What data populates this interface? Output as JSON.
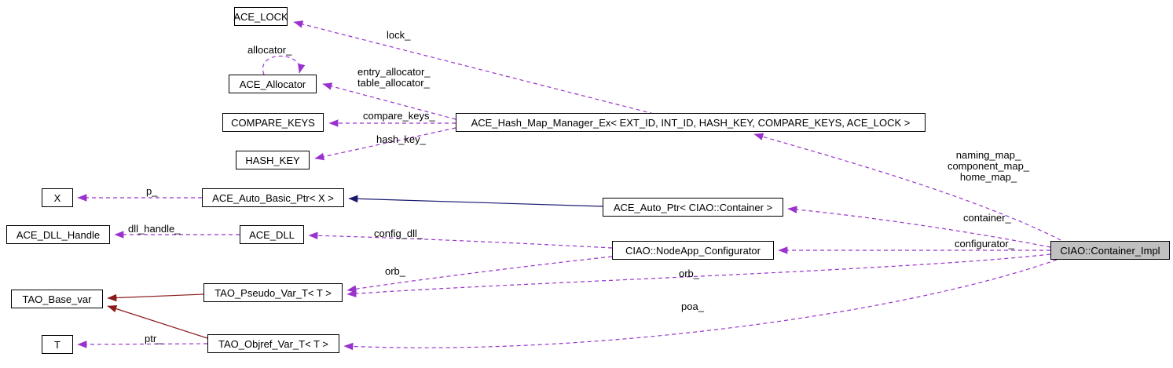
{
  "diagram": {
    "type": "doxygen-collaboration-graph",
    "highlighted_node": "CIAO::Container_Impl"
  },
  "colors": {
    "usage_edge": "#9a32cd",
    "inheritance_blue": "#191970",
    "inheritance_red": "#8b1a1a",
    "node_background": "#ffffff",
    "node_border": "#000000",
    "highlight_background": "#c0c0c0"
  },
  "nodes": {
    "ace_lock": {
      "label": "ACE_LOCK"
    },
    "ace_allocator": {
      "label": "ACE_Allocator"
    },
    "compare_keys": {
      "label": "COMPARE_KEYS"
    },
    "hash_key": {
      "label": "HASH_KEY"
    },
    "hash_map": {
      "label": "ACE_Hash_Map_Manager_Ex< EXT_ID, INT_ID, HASH_KEY, COMPARE_KEYS, ACE_LOCK >"
    },
    "x": {
      "label": "X"
    },
    "auto_basic_ptr": {
      "label": "ACE_Auto_Basic_Ptr< X >"
    },
    "auto_ptr": {
      "label": "ACE_Auto_Ptr< CIAO::Container >"
    },
    "dll_handle": {
      "label": "ACE_DLL_Handle"
    },
    "ace_dll": {
      "label": "ACE_DLL"
    },
    "nodeapp_configurator": {
      "label": "CIAO::NodeApp_Configurator"
    },
    "tao_base_var": {
      "label": "TAO_Base_var"
    },
    "pseudo_var": {
      "label": "TAO_Pseudo_Var_T< T >"
    },
    "t": {
      "label": "T"
    },
    "objref_var": {
      "label": "TAO_Objref_Var_T< T >"
    },
    "container_impl": {
      "label": "CIAO::Container_Impl"
    }
  },
  "edge_labels": {
    "lock": "lock_",
    "allocator": "allocator_",
    "entry_allocator": "entry_allocator_",
    "table_allocator": "table_allocator_",
    "compare_keys": "compare_keys_",
    "hash_key": "hash_key_",
    "naming_map": "naming_map_",
    "component_map": "component_map_",
    "home_map": "home_map_",
    "p": "p_",
    "container": "container_",
    "dll_handle": "dll_handle_",
    "config_dll": "config_dll_",
    "configurator": "configurator_",
    "orb_configurator": "orb_",
    "orb_container": "orb_",
    "poa": "poa_",
    "ptr": "ptr_"
  }
}
